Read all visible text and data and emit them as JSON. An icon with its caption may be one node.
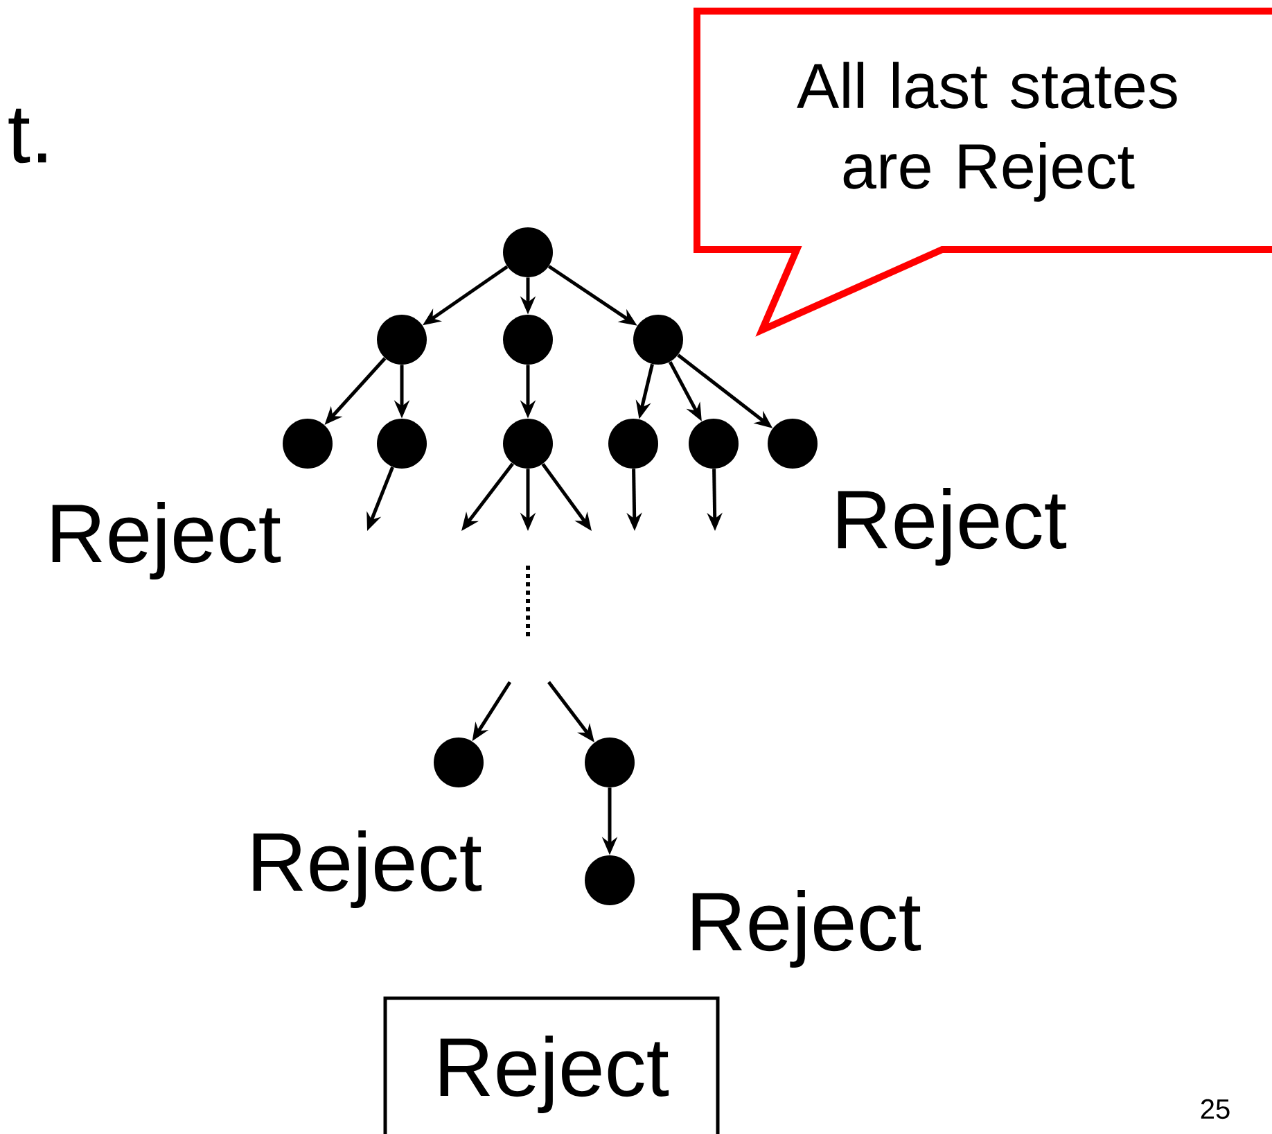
{
  "diagram": {
    "nodes": [
      {
        "text": [
          "All last states are Reject"
        ]
      },
      {
        "text": [],
        "shape": "circle"
      },
      {
        "text": [],
        "shape": "circle"
      },
      {
        "text": [],
        "shape": "circle"
      },
      {
        "text": [],
        "shape": "circle"
      },
      {
        "text": [],
        "shape": "circle"
      },
      {
        "text": [],
        "shape": "circle"
      },
      {
        "text": [],
        "shape": "circle"
      },
      {
        "text": [],
        "shape": "circle"
      },
      {
        "text": [],
        "shape": "circle"
      },
      {
        "text": [],
        "shape": "circle"
      },
      {
        "text": [],
        "shape": "circle"
      },
      {
        "text": [],
        "shape": "circle"
      },
      {
        "text": [],
        "shape": "circle"
      },
      {
        "text": [
          "Reject"
        ]
      }
    ],
    "edges": [
      {
        "from": 1,
        "to": 2,
        "arrow": "to"
      },
      {
        "from": 1,
        "to": 3,
        "arrow": "to"
      },
      {
        "from": 1,
        "to": 4,
        "arrow": "to"
      },
      {
        "from": 2,
        "to": 5,
        "arrow": "to"
      },
      {
        "from": 2,
        "to": 6,
        "arrow": "to"
      },
      {
        "from": 3,
        "to": 7,
        "arrow": "to"
      },
      {
        "from": 4,
        "to": 8,
        "arrow": "to"
      },
      {
        "from": 4,
        "to": 9,
        "arrow": "to"
      },
      {
        "from": 4,
        "to": 10,
        "arrow": "to"
      },
      {
        "from": 6,
        "to": null,
        "arrow": "to"
      },
      {
        "from": 7,
        "to": null,
        "arrow": "to"
      },
      {
        "from": 7,
        "to": null,
        "arrow": "to"
      },
      {
        "from": 7,
        "to": null,
        "arrow": "to"
      },
      {
        "from": 8,
        "to": null,
        "arrow": "to"
      },
      {
        "from": 9,
        "to": null,
        "arrow": "to"
      },
      {
        "from": null,
        "to": 11,
        "arrow": "to"
      },
      {
        "from": null,
        "to": 12,
        "arrow": "to"
      },
      {
        "from": 12,
        "to": 13,
        "arrow": "to"
      }
    ],
    "labels": [
      "t.",
      "Reject",
      "Reject",
      "Reject",
      "Reject",
      "25"
    ]
  }
}
